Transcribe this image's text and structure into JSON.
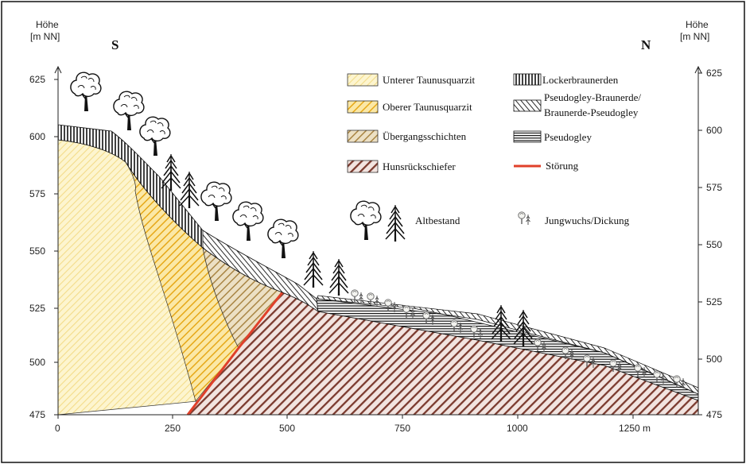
{
  "axes": {
    "left_label_line1": "Höhe",
    "left_label_line2": "[m NN]",
    "right_label_line1": "Höhe",
    "right_label_line2": "[m NN]",
    "y_ticks": [
      "625",
      "600",
      "575",
      "550",
      "525",
      "500",
      "475"
    ],
    "x_ticks": [
      "0",
      "250",
      "500",
      "750",
      "1000",
      "1250 m"
    ]
  },
  "directions": {
    "south": "S",
    "north": "N"
  },
  "legend": {
    "unterer_taunusquarzit": "Unterer Taunusquarzit",
    "oberer_taunusquarzit": "Oberer Taunusquarzit",
    "uebergangsschichten": "Übergangsschichten",
    "hunsrueckschiefer": "Hunsrückschiefer",
    "lockerbraunerden": "Lockerbraunerden",
    "pseudogley_braunerde_line1": "Pseudogley-Braunerde/",
    "pseudogley_braunerde_line2": "Braunerde-Pseudogley",
    "pseudogley": "Pseudogley",
    "stoerung": "Störung",
    "altbestand": "Altbestand",
    "jungwuchs": "Jungwuchs/Dickung"
  },
  "colors": {
    "unterer": "#fdf3c4",
    "oberer": "#f5c02a",
    "uebergang": "#c9a25a",
    "hunsrueck": "#7b3a2e",
    "stoerung": "#e0402a"
  }
}
